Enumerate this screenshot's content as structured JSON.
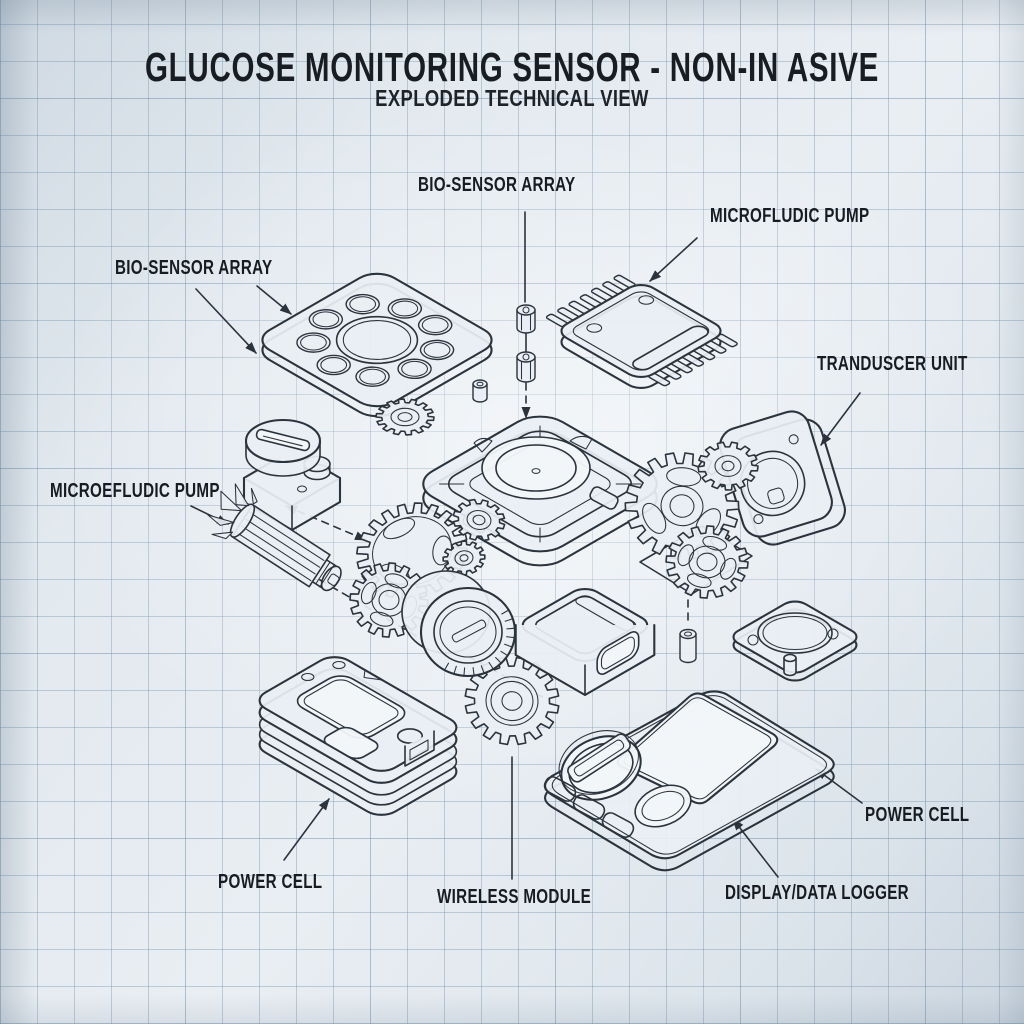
{
  "title": "GLUCOSE MONITORING SENSOR - NON-IN ASIVE",
  "subtitle": "EXPLODED TECHNICAL VIEW",
  "labels": {
    "bio_sensor_top": "BIO-SENSOR ARRAY",
    "microfludic_pump_right": "MICROFLUDIC PUMP",
    "bio_sensor_left": "BIO-SENSOR ARRAY",
    "transducer_unit": "TRANDUSCER UNIT",
    "microefludic_pump_left": "MICROEFLUDIC PUMP",
    "power_cell_left": "POWER CELL",
    "wireless_module": "WIRELESS MODULE",
    "display_data_logger": "DISPLAY/DATA LOGGER",
    "power_cell_right": "POWER CELL"
  },
  "colors": {
    "ink": "#2b333c",
    "label": "#171c22",
    "paper": "#e9eef3",
    "grid": "#7492ac"
  }
}
